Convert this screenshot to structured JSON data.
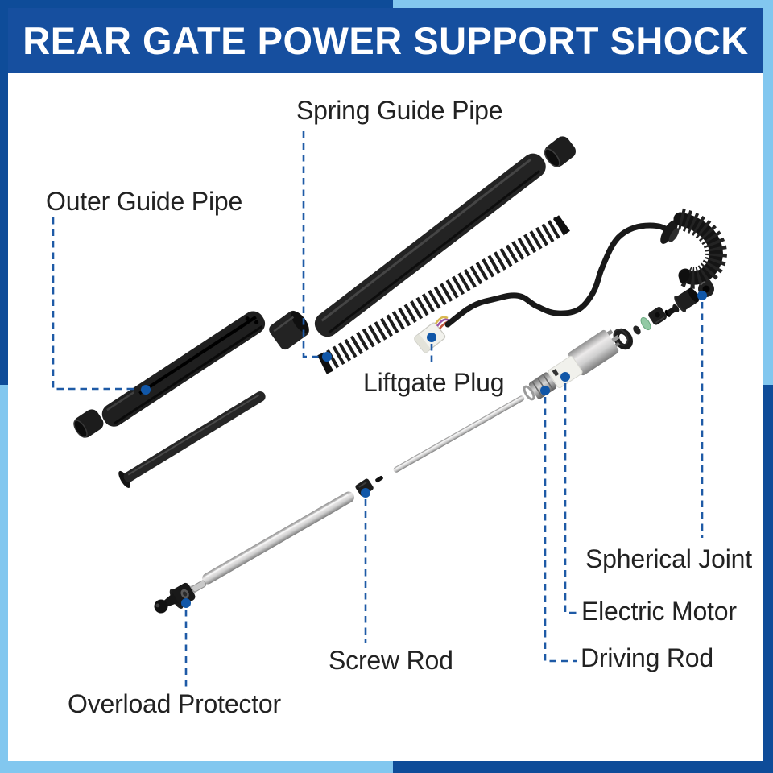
{
  "title": "REAR GATE POWER SUPPORT SHOCK",
  "labels": {
    "spring_guide_pipe": "Spring Guide Pipe",
    "outer_guide_pipe": "Outer Guide Pipe",
    "liftgate_plug": "Liftgate Plug",
    "spherical_joint": "Spherical Joint",
    "electric_motor": "Electric Motor",
    "driving_rod": "Driving Rod",
    "screw_rod": "Screw Rod",
    "overload_protector": "Overload Protector"
  },
  "colors": {
    "banner_blue": "#164F9F",
    "frame_dark_blue": "#0E4C99",
    "frame_light_blue": "#82C7EF",
    "leader_line_blue": "#1E5AA6",
    "leader_dot_blue": "#1157A8",
    "label_text": "#222222",
    "title_text": "#FFFFFF",
    "washer_green": "#92C9A4"
  }
}
